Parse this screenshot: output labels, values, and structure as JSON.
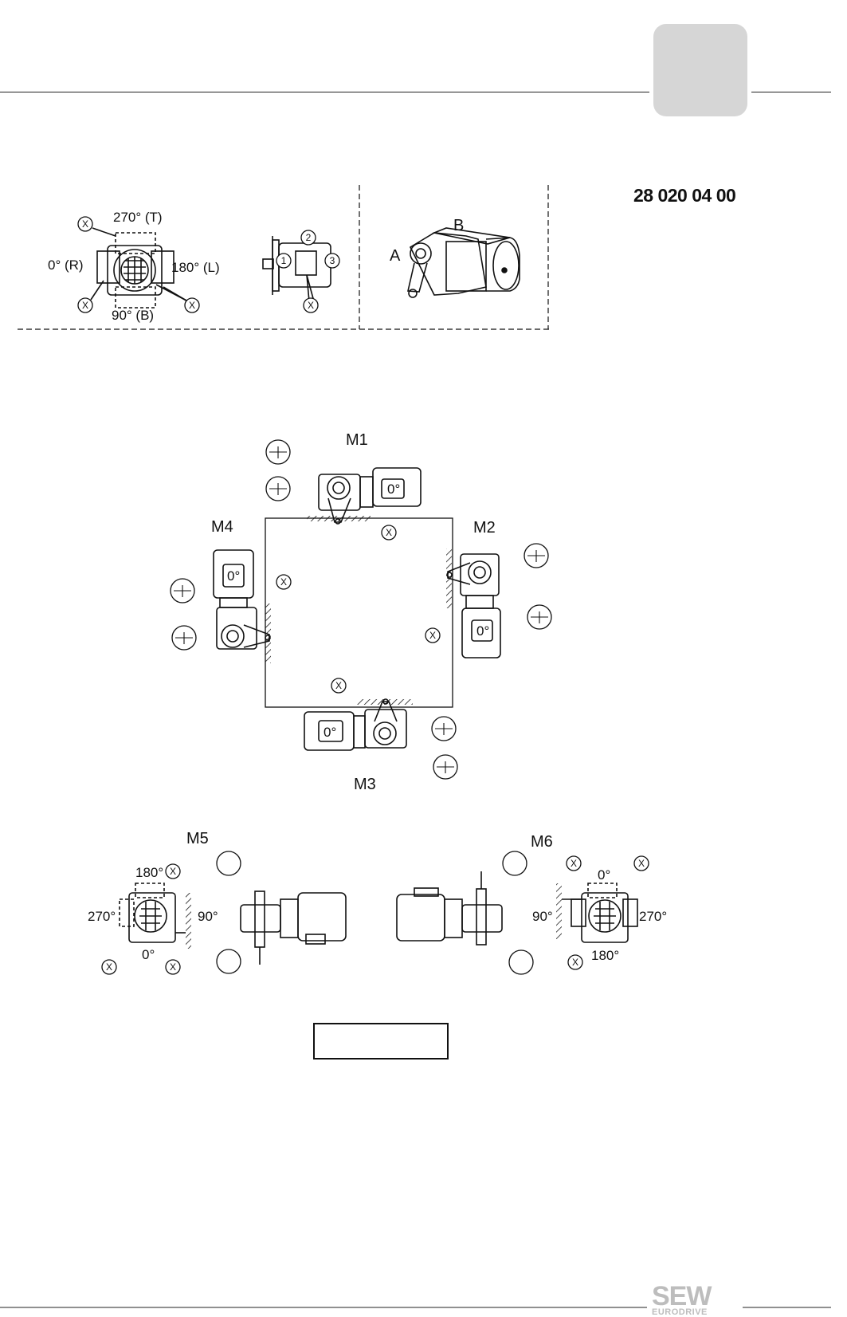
{
  "document": {
    "number": "28 020 04 00"
  },
  "legend": {
    "angles": {
      "t270": "270° (T)",
      "r0": "0° (R)",
      "l180": "180° (L)",
      "b90": "90° (B)"
    },
    "vent_marker": "X",
    "positions": [
      "1",
      "2",
      "3"
    ],
    "photo_labels": {
      "a": "A",
      "b": "B"
    }
  },
  "mounting": {
    "m1": "M1",
    "m2": "M2",
    "m3": "M3",
    "m4": "M4",
    "m5": "M5",
    "m6": "M6",
    "terminal_box": "0°",
    "m5_angles": {
      "a180": "180°",
      "a270": "270°",
      "a90": "90°",
      "a0": "0°"
    },
    "m6_angles": {
      "a0": "0°",
      "a90": "90°",
      "a270": "270°",
      "a180": "180°"
    }
  },
  "brand": {
    "logo_main": "SEW",
    "logo_sub": "EURODRIVE"
  }
}
